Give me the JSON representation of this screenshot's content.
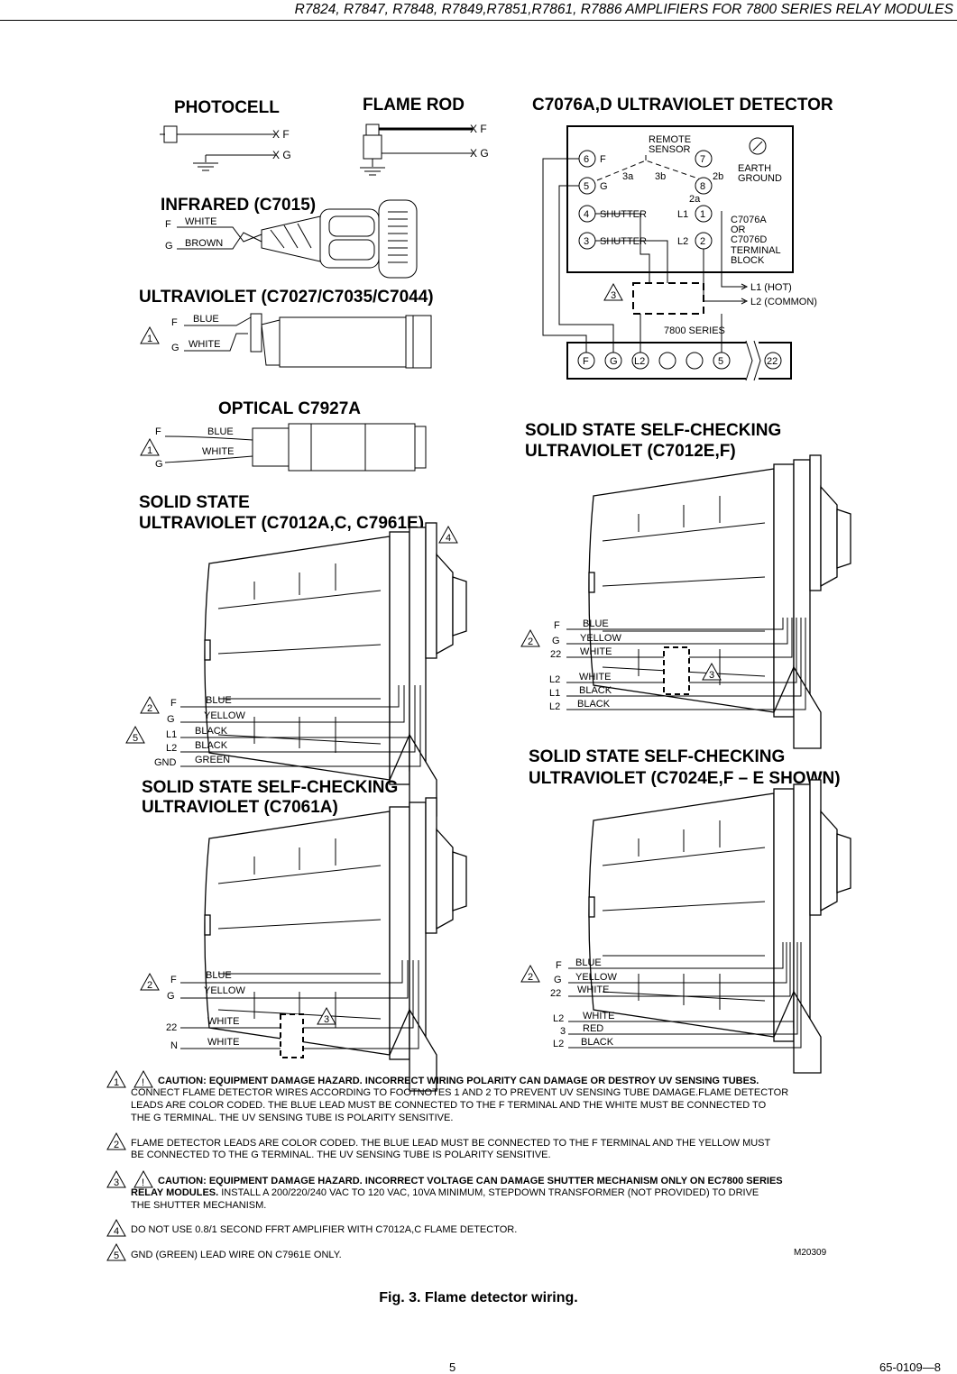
{
  "header": {
    "title": "R7824, R7847, R7848, R7849,R7851,R7861, R7886 AMPLIFIERS FOR 7800 SERIES RELAY MODULES"
  },
  "sections": {
    "photocell": {
      "title": "PHOTOCELL",
      "f": "X F",
      "g": "X G"
    },
    "flame_rod": {
      "title": "FLAME ROD",
      "f": "X F",
      "g": "X G"
    },
    "infrared": {
      "title": "INFRARED (C7015)",
      "f": "F",
      "g": "G",
      "wire1": "WHITE",
      "wire2": "BROWN"
    },
    "uv_c7027": {
      "title": "ULTRAVIOLET (C7027/C7035/C7044)",
      "note": "1",
      "f": "F",
      "g": "G",
      "wire1": "BLUE",
      "wire2": "WHITE"
    },
    "optical": {
      "title": "OPTICAL C7927A",
      "note": "1",
      "f": "F",
      "g": "G",
      "wire1": "BLUE",
      "wire2": "WHITE"
    },
    "c7076": {
      "title": "C7076A,D ULTRAVIOLET DETECTOR",
      "remote": "REMOTE",
      "sensor": "SENSOR",
      "t6": "6",
      "t5": "5",
      "t4": "4",
      "t3": "3",
      "t7": "7",
      "t8": "8",
      "t1": "1",
      "t2": "2",
      "lf": "F",
      "lg": "G",
      "shutter1": "SHUTTER",
      "shutter2": "SHUTTER",
      "l3a": "3a",
      "l3b": "3b",
      "l2b": "2b",
      "l2a": "2a",
      "l1": "L1",
      "l2": "L2",
      "earth": "EARTH",
      "ground": "GROUND",
      "block1": "C7076A",
      "block2": "OR",
      "block3": "C7076D",
      "block4": "TERMINAL",
      "block5": "BLOCK",
      "hot": "L1 (HOT)",
      "common": "L2 (COMMON)",
      "series": "7800 SERIES",
      "note": "3",
      "strip": [
        "F",
        "G",
        "L2",
        "",
        "",
        "5",
        "22"
      ]
    },
    "c7012a": {
      "title1": "SOLID STATE",
      "title2": "ULTRAVIOLET (C7012A,C, C7961E)",
      "note_top": "4",
      "note2": "2",
      "note5": "5",
      "terminals": [
        "F",
        "G",
        "L1",
        "L2",
        "GND"
      ],
      "wires": [
        "BLUE",
        "YELLOW",
        "BLACK",
        "BLACK",
        "GREEN"
      ]
    },
    "c7061a": {
      "title1": "SOLID STATE SELF-CHECKING",
      "title2": "ULTRAVIOLET (C7061A)",
      "note2": "2",
      "note3": "3",
      "terminals": [
        "F",
        "G",
        "22",
        "N"
      ],
      "wires": [
        "BLUE",
        "YELLOW",
        "WHITE",
        "WHITE"
      ]
    },
    "c7012e": {
      "title1": "SOLID STATE SELF-CHECKING",
      "title2": "ULTRAVIOLET (C7012E,F)",
      "note2": "2",
      "note3": "3",
      "terminals": [
        "F",
        "G",
        "22",
        "L2",
        "L1",
        "L2"
      ],
      "wires": [
        "BLUE",
        "YELLOW",
        "WHITE",
        "WHITE",
        "BLACK",
        "BLACK"
      ]
    },
    "c7024e": {
      "title1": "SOLID STATE SELF-CHECKING",
      "title2": "ULTRAVIOLET (C7024E,F – E SHOWN)",
      "note2": "2",
      "terminals": [
        "F",
        "G",
        "22",
        "L2",
        "3",
        "L2"
      ],
      "wires": [
        "BLUE",
        "YELLOW",
        "WHITE",
        "WHITE",
        "RED",
        "BLACK"
      ]
    }
  },
  "footnotes": {
    "n1_num": "1",
    "n1_bang": "!",
    "n1_bold": "CAUTION: EQUIPMENT DAMAGE HAZARD. INCORRECT WIRING POLARITY CAN DAMAGE OR DESTROY UV SENSING TUBES.",
    "n1_l2": "CONNECT FLAME DETECTOR WIRES ACCORDING TO FOOTNOTES 1 AND 2 TO PREVENT UV SENSING TUBE DAMAGE.FLAME DETECTOR",
    "n1_l3": "LEADS ARE COLOR CODED.  THE BLUE LEAD MUST BE CONNECTED TO THE F TERMINAL AND THE WHITE MUST BE CONNECTED TO",
    "n1_l4": "THE G TERMINAL.  THE UV SENSING TUBE IS POLARITY SENSITIVE.",
    "n2_num": "2",
    "n2_l1": "FLAME DETECTOR LEADS ARE COLOR CODED.  THE BLUE LEAD MUST BE CONNECTED TO THE F TERMINAL AND THE YELLOW MUST",
    "n2_l2": "BE CONNECTED TO THE G TERMINAL.  THE UV SENSING TUBE IS POLARITY SENSITIVE.",
    "n3_num": "3",
    "n3_bang": "!",
    "n3_bold": "CAUTION: EQUIPMENT DAMAGE HAZARD. INCORRECT VOLTAGE CAN DAMAGE SHUTTER MECHANISM ONLY ON EC7800 SERIES",
    "n3_bold2": "RELAY MODULES.",
    "n3_l2": " INSTALL A 200/220/240 VAC TO 120 VAC, 10VA MINIMUM, STEPDOWN TRANSFORMER (NOT PROVIDED) TO DRIVE",
    "n3_l3": "THE SHUTTER MECHANISM.",
    "n4_num": "4",
    "n4_l1": "DO NOT USE 0.8/1 SECOND FFRT AMPLIFIER WITH C7012A,C FLAME DETECTOR.",
    "n5_num": "5",
    "n5_l1": "GND (GREEN) LEAD WIRE ON C7961E ONLY.",
    "drawing_no": "M20309"
  },
  "caption": "Fig. 3. Flame detector wiring.",
  "page": {
    "number": "5",
    "doc": "65-0109—8"
  }
}
